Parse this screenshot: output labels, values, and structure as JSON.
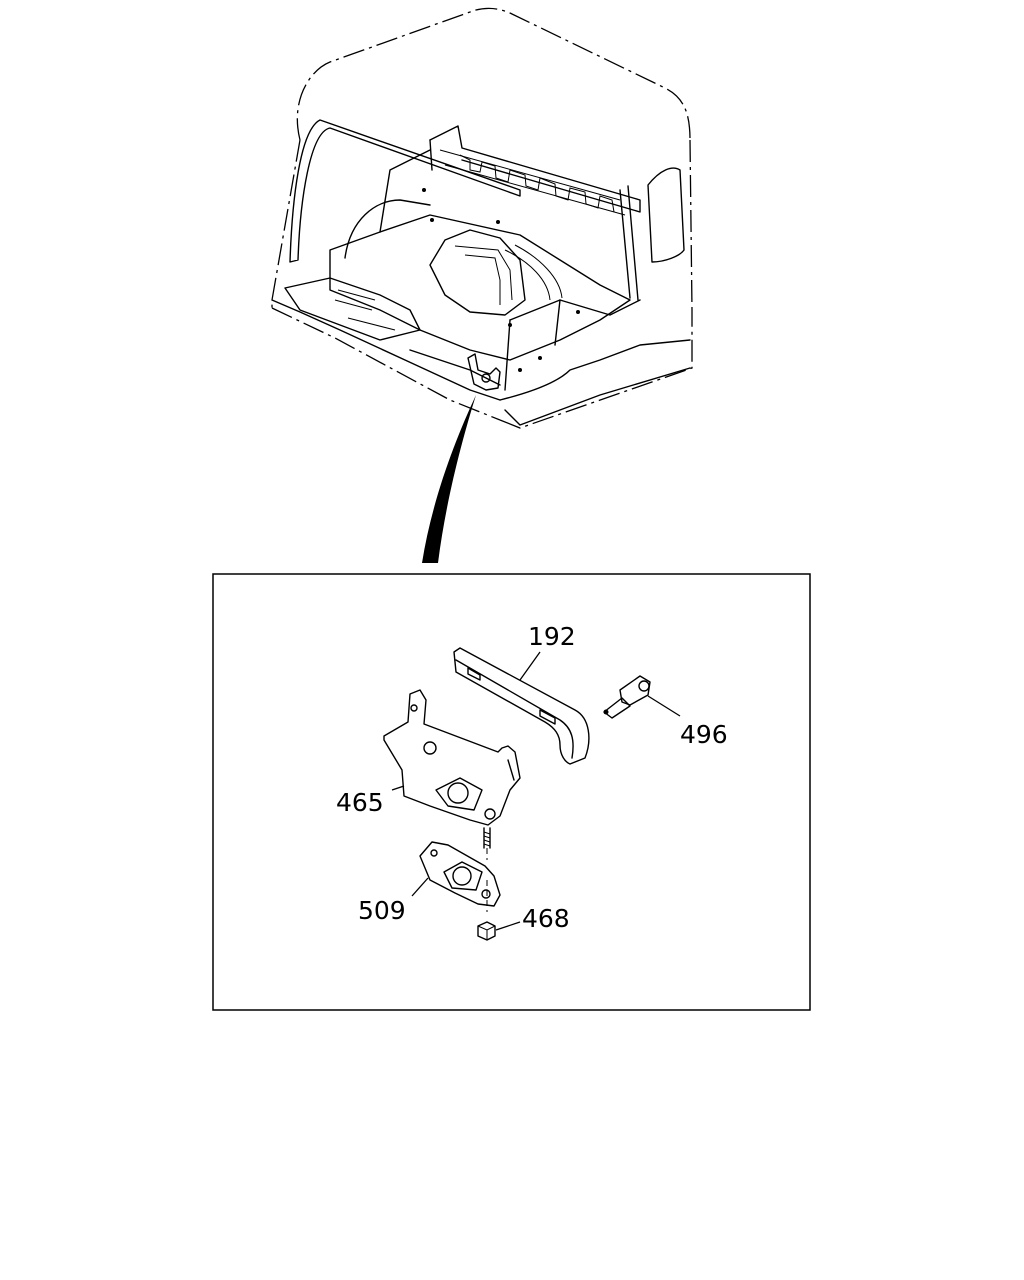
{
  "callouts": [
    {
      "id": "192",
      "label": "192"
    },
    {
      "id": "496",
      "label": "496"
    },
    {
      "id": "465",
      "label": "465"
    },
    {
      "id": "509",
      "label": "509"
    },
    {
      "id": "468",
      "label": "468"
    }
  ]
}
